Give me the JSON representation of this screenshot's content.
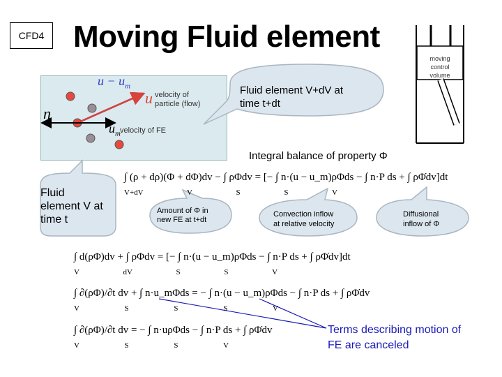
{
  "badge": "CFD4",
  "title": "Moving Fluid element",
  "piston": {
    "label_lines": [
      "moving",
      "control",
      "volume"
    ]
  },
  "vectors": {
    "relative_velocity_label": "u − u",
    "relative_velocity_sub": "m",
    "particle_velocity_symbol": "u",
    "particle_velocity_label_lines": [
      "velocity of",
      "particle (flow)"
    ],
    "fe_velocity_symbol": "u",
    "fe_velocity_sub": "m",
    "fe_velocity_label": "velocity of FE",
    "normal_symbol": "n"
  },
  "callouts": {
    "element_t_lines": [
      "Fluid",
      "element V at",
      "time t"
    ],
    "element_tdt_lines": [
      "Fluid element V+dV at",
      "time t+dt"
    ],
    "amount_lines": [
      "Amount of Φ in",
      "new FE at t+dt"
    ],
    "convection_lines": [
      "Convection inflow",
      "at relative velocity"
    ],
    "diffusion_lines": [
      "Diffusional",
      "inflow of Φ"
    ]
  },
  "integral_balance_label": "Integral balance of property Φ",
  "equations": {
    "eq1": "∫ (ρ + dρ)(Φ + dΦ)dv − ∫ ρΦdv = [− ∫ n·(u − u_m)ρΦds − ∫ n·P ds + ∫ ρΦ̇dv]dt",
    "eq1_limits": [
      "V+dV",
      "V",
      "S",
      "S",
      "V"
    ],
    "eq2": "∫ d(ρΦ)dv + ∫ ρΦdv = [− ∫ n·(u − u_m)ρΦds − ∫ n·P ds + ∫ ρΦ̇dv]dt",
    "eq2_limits": [
      "V",
      "dV",
      "S",
      "S",
      "V"
    ],
    "eq3": "∫ ∂(ρΦ)/∂t dv + ∫ n·u_mΦds = − ∫ n·(u − u_m)ρΦds − ∫ n·P ds + ∫ ρΦ̇dv",
    "eq3_limits": [
      "V",
      "S",
      "S",
      "S",
      "V"
    ],
    "eq4": "∫ ∂(ρΦ)/∂t dv = − ∫ n·uρΦds − ∫ n·P ds + ∫ ρΦ̇dv",
    "eq4_limits": [
      "V",
      "S",
      "S",
      "V"
    ]
  },
  "canceled_note_lines": [
    "Terms describing motion of",
    "FE are canceled"
  ],
  "colors": {
    "volume_fill": "#dbeaee",
    "callout_fill": "#dce6ee",
    "particle_red": "#e8493c",
    "fe_gray": "#9a8f99",
    "relative_vector": "#2f3fbf",
    "particle_vector": "#d9433a",
    "note_blue": "#1a1ab8"
  }
}
